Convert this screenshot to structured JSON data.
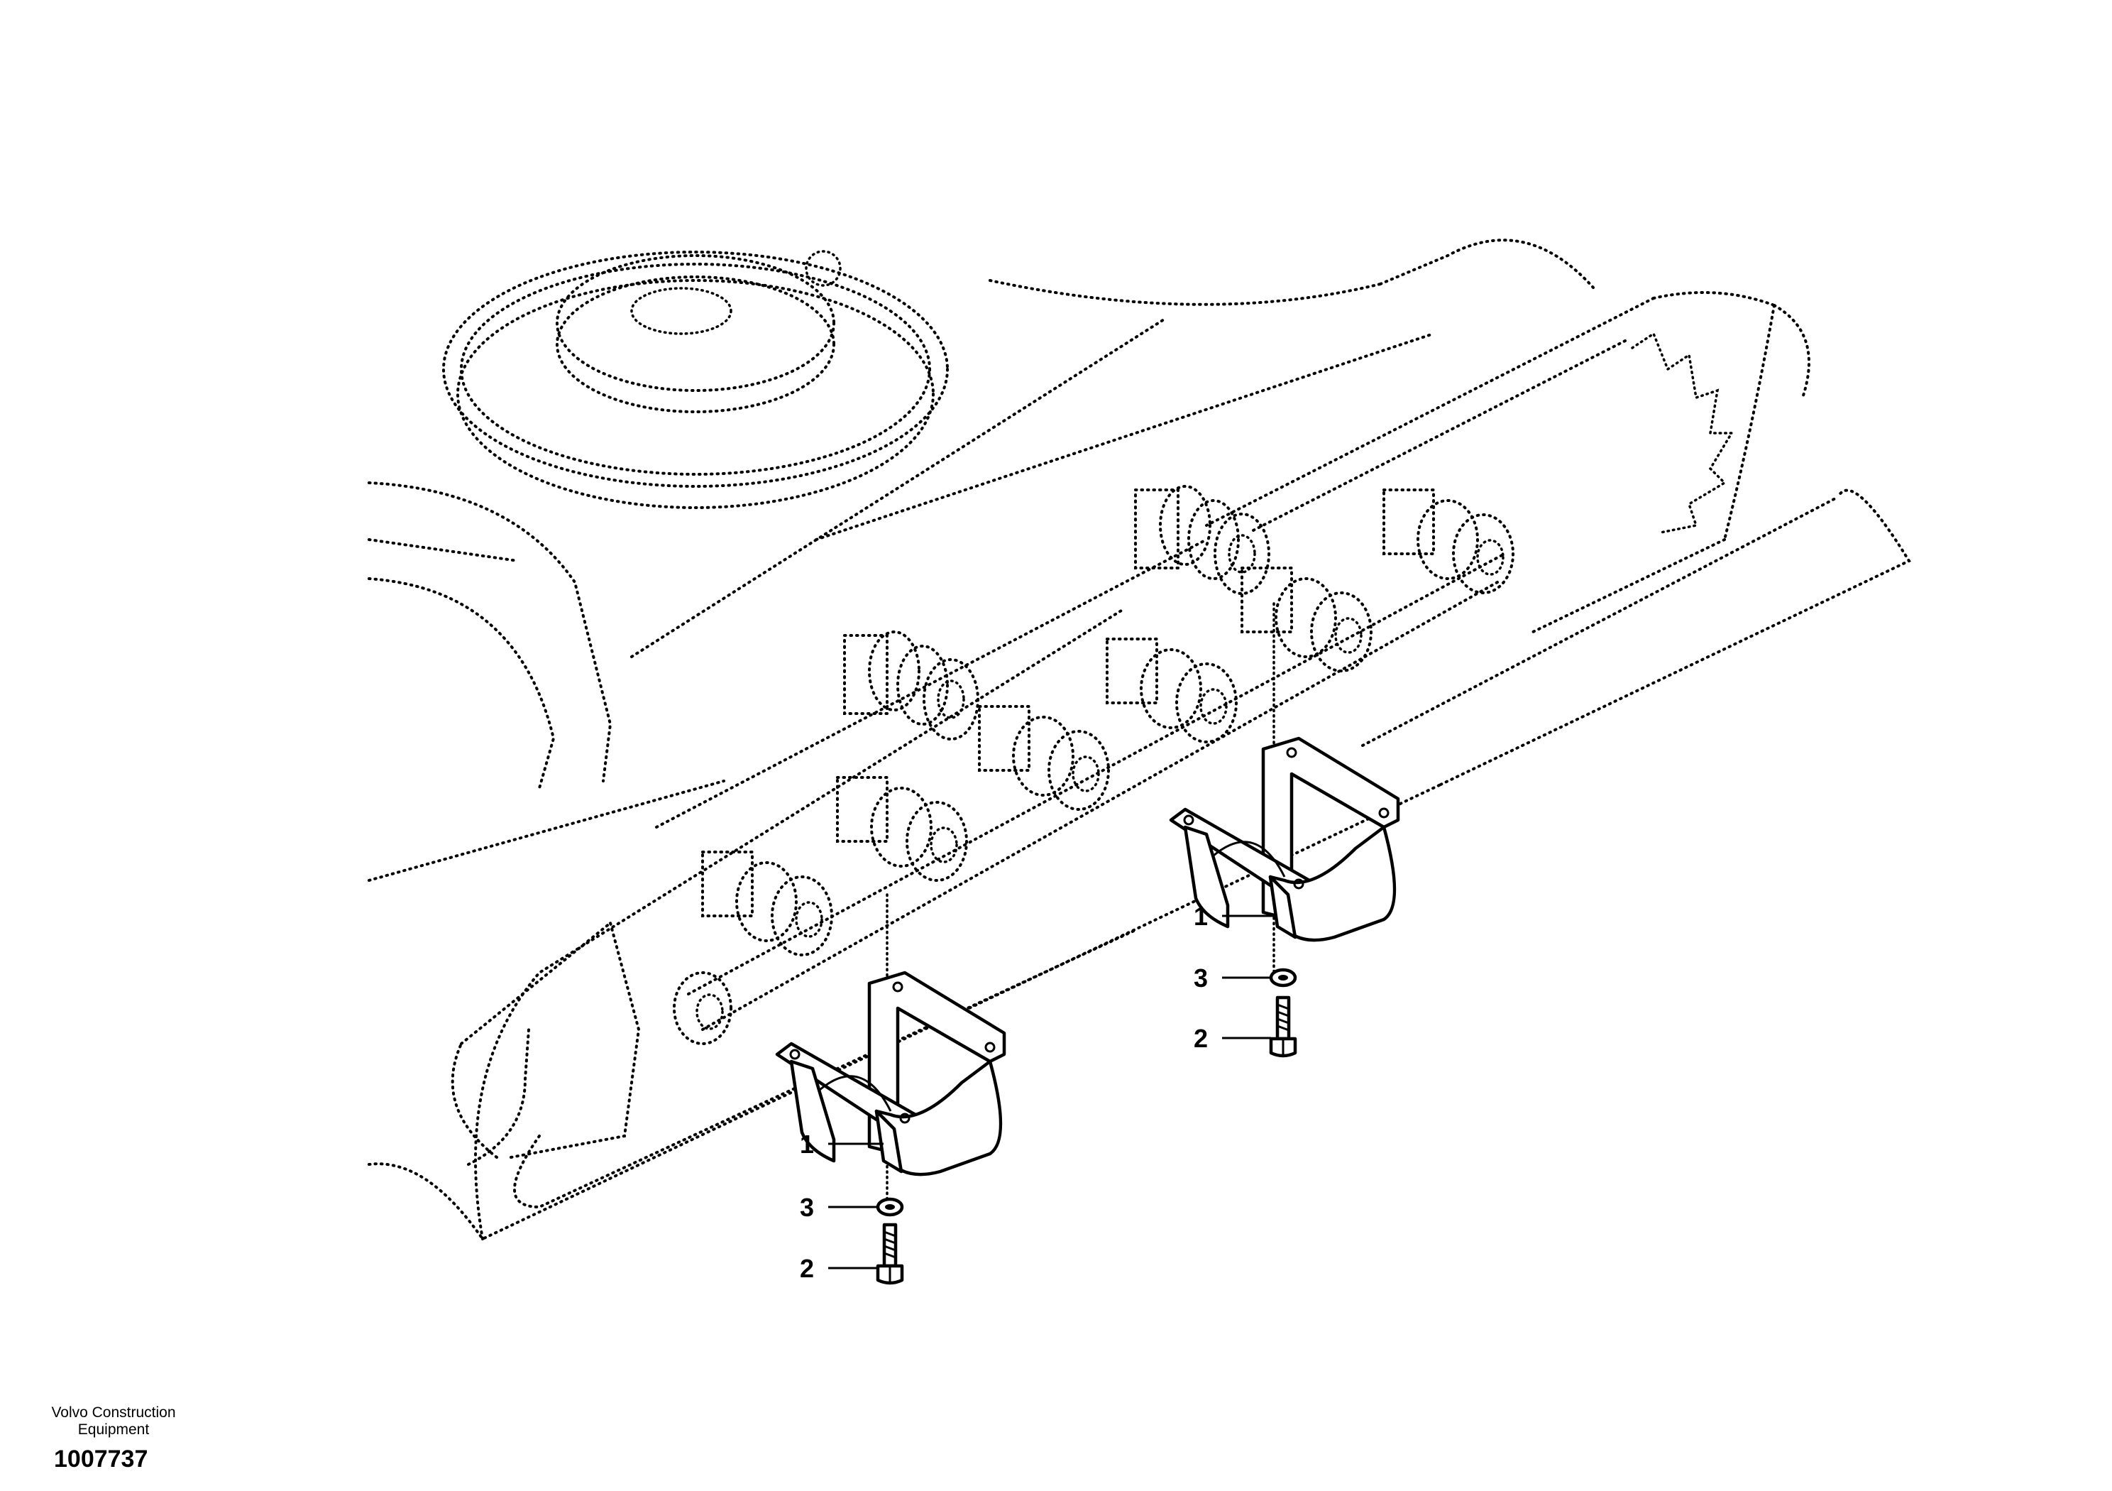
{
  "callouts": [
    {
      "label": "1"
    },
    {
      "label": "3"
    },
    {
      "label": "2"
    },
    {
      "label": "1"
    },
    {
      "label": "3"
    },
    {
      "label": "2"
    }
  ],
  "footer": {
    "company_line1": "Volvo Construction",
    "company_line2": "Equipment",
    "doc_number": "1007737"
  }
}
